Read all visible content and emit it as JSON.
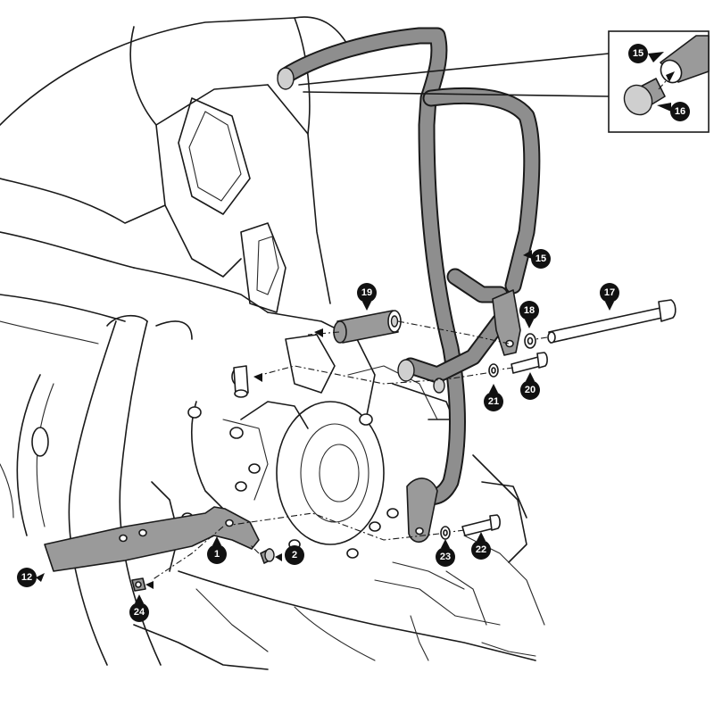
{
  "callouts": [
    {
      "id": "c15a",
      "label": "15"
    },
    {
      "id": "c16",
      "label": "16"
    },
    {
      "id": "c15b",
      "label": "15"
    },
    {
      "id": "c19",
      "label": "19"
    },
    {
      "id": "c17",
      "label": "17"
    },
    {
      "id": "c18",
      "label": "18"
    },
    {
      "id": "c20",
      "label": "20"
    },
    {
      "id": "c21",
      "label": "21"
    },
    {
      "id": "c1",
      "label": "1"
    },
    {
      "id": "c2",
      "label": "2"
    },
    {
      "id": "c12",
      "label": "12"
    },
    {
      "id": "c23",
      "label": "23"
    },
    {
      "id": "c22",
      "label": "22"
    },
    {
      "id": "c24",
      "label": "24"
    }
  ],
  "colors": {
    "ink": "#1a1a1a",
    "part_gray": "#8e8e8e",
    "badge": "#111111",
    "background": "#ffffff"
  }
}
